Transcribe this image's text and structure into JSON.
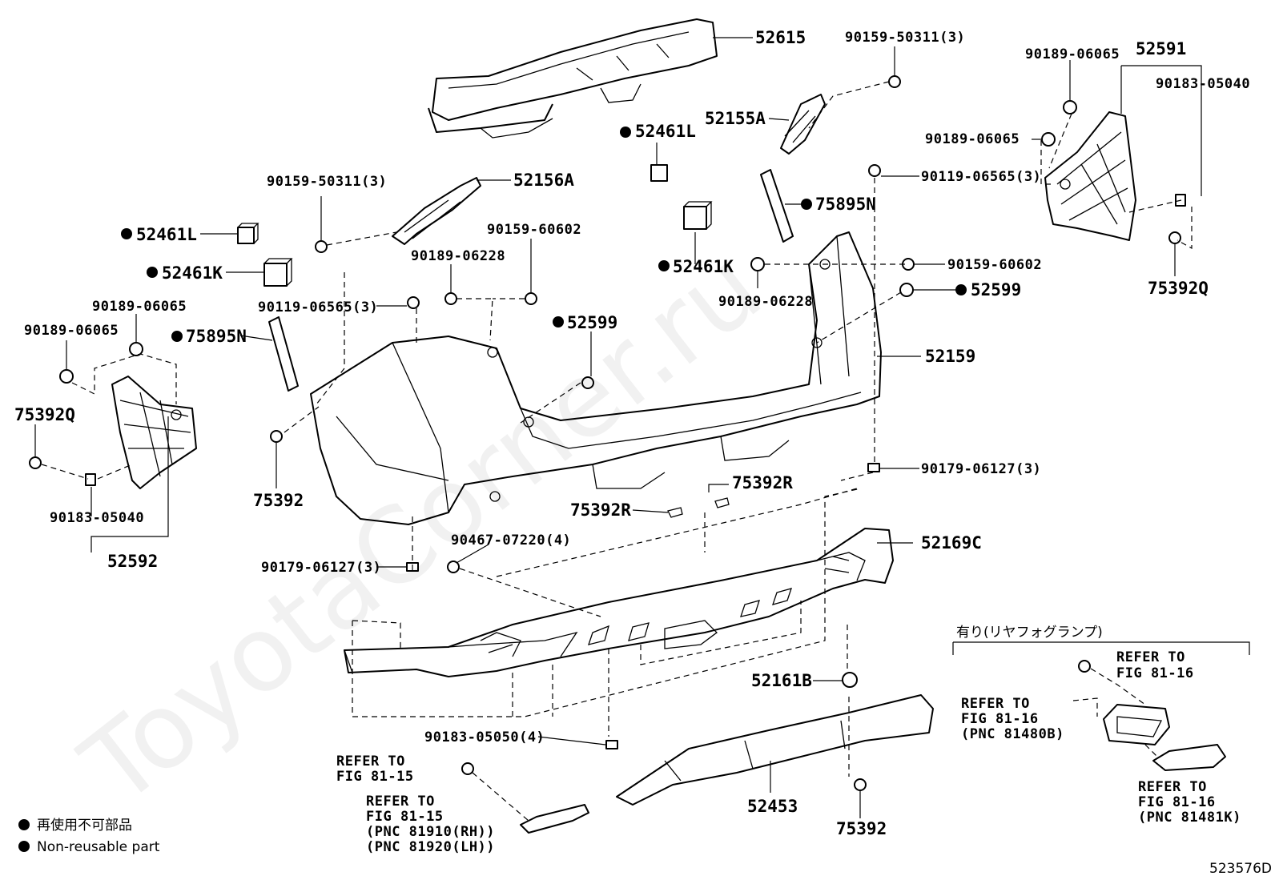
{
  "diagram": {
    "code": "523576D",
    "watermark": "ToyotaCorner.ru",
    "legend": {
      "jp": "再使用不可部品",
      "en": "Non-reusable part"
    },
    "option_box_title": "有り(リヤフォグランプ)",
    "labels": {
      "p52615": "52615",
      "p90159_50311_top": "90159-50311(3)",
      "p52155A": "52155A",
      "p52461L_top": "52461L",
      "p52591": "52591",
      "p90189_06065_tr": "90189-06065",
      "p90183_05040_tr": "90183-05040",
      "p90189_06065_tr2": "90189-06065",
      "p90119_06565_r": "90119-06565(3)",
      "p75895N_r": "75895N",
      "p52461K_mid": "52461K",
      "p90159_60602_r": "90159-60602",
      "p90189_06228_r": "90189-06228",
      "p52599_r": "52599",
      "p75392Q_r": "75392Q",
      "p52159": "52159",
      "p90159_50311_l": "90159-50311(3)",
      "p52156A": "52156A",
      "p52461L_l": "52461L",
      "p52461K_l": "52461K",
      "p90189_06228_l": "90189-06228",
      "p90159_60602_l": "90159-60602",
      "p90119_06565_l": "90119-06565(3)",
      "p90189_06065_l1": "90189-06065",
      "p90189_06065_l2": "90189-06065",
      "p75895N_l": "75895N",
      "p52599_l": "52599",
      "p75392Q_l": "75392Q",
      "p90183_05040_l": "90183-05040",
      "p52592": "52592",
      "p75392_l": "75392",
      "p90179_06127_r": "90179-06127(3)",
      "p75392R_1": "75392R",
      "p75392R_2": "75392R",
      "p90467_07220": "90467-07220(4)",
      "p90179_06127_l": "90179-06127(3)",
      "p52169C": "52169C",
      "p52161B": "52161B",
      "p90183_05050": "90183-05050(4)",
      "p52453": "52453",
      "p75392_b": "75392"
    },
    "refer": {
      "r1_l1": "REFER TO",
      "r1_l2": "FIG 81-15",
      "r2_l1": "REFER TO",
      "r2_l2": "FIG 81-15",
      "r2_l3": "(PNC 81910(RH))",
      "r2_l4": "(PNC 81920(LH))",
      "r3_l1": "REFER TO",
      "r3_l2": "FIG 81-16",
      "r4_l1": "REFER TO",
      "r4_l2": "FIG 81-16",
      "r4_l3": "(PNC 81480B)",
      "r5_l1": "REFER TO",
      "r5_l2": "FIG 81-16",
      "r5_l3": "(PNC 81481K)"
    }
  }
}
